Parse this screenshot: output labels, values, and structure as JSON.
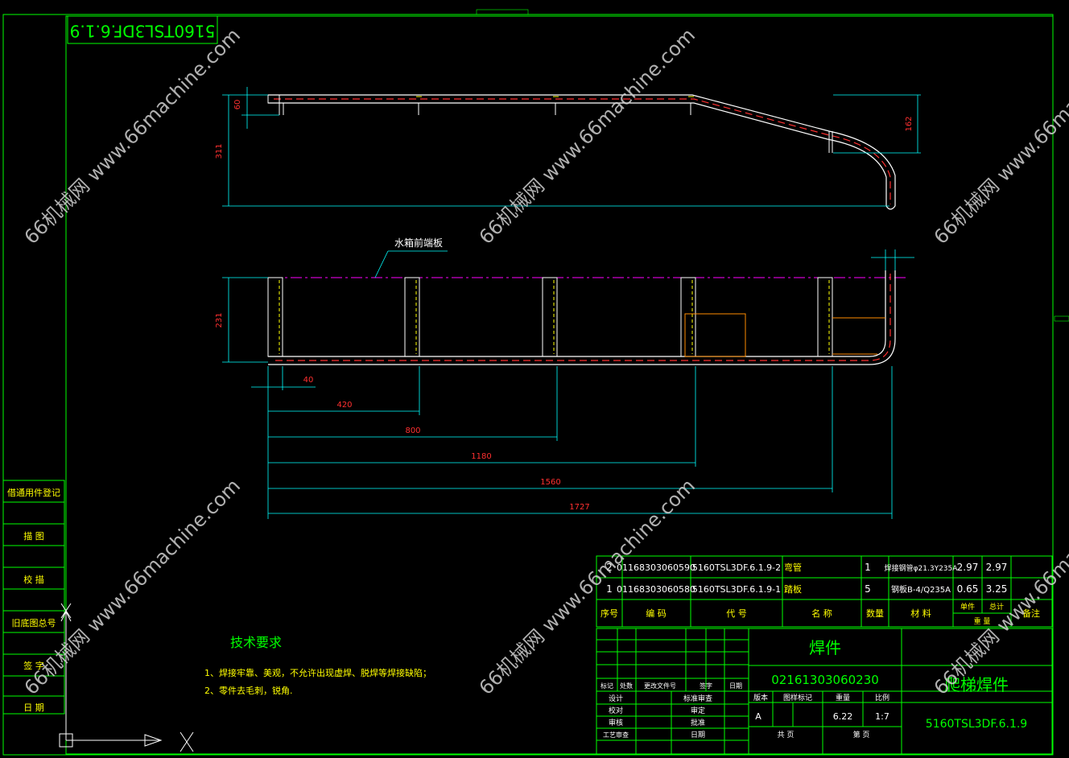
{
  "colors": {
    "frame": "#00ff00",
    "dim": "#00ffff",
    "dim_text": "#ff3030",
    "part": "#ffffff",
    "weld": "#ff3030",
    "yellow": "#ffff00",
    "magenta": "#ff00ff",
    "orange": "#ff8c00",
    "watermark": "#cfcfcf"
  },
  "title_stamp": "5160TSL3DF.6.1.9",
  "tiny_header": "________",
  "dimensions": {
    "d60": "60",
    "d311": "311",
    "d162": "162",
    "d231": "231",
    "d40": "40",
    "d420": "420",
    "d800": "800",
    "d1180": "1180",
    "d1560": "1560",
    "d1727": "1727"
  },
  "callout": "水箱前端板",
  "left_column": [
    "借通用件登记",
    "描 图",
    "校 描",
    "旧底图总号",
    "签 字",
    "日 期"
  ],
  "tech": {
    "heading": "技术要求",
    "req1": "1、焊接牢靠、美观，不允许出现虚焊、脱焊等焊接缺陷；",
    "req2": "2、零件去毛刺，锐角."
  },
  "bom": {
    "rows": [
      {
        "seq": "2",
        "code": "01168303060590",
        "drawing": "5160TSL3DF.6.1.9-2",
        "name": "弯管",
        "qty": "1",
        "material": "焊接钢管φ21.3Y235A",
        "unit": "2.97",
        "total": "2.97"
      },
      {
        "seq": "1",
        "code": "01168303060580",
        "drawing": "5160TSL3DF.6.1.9-1",
        "name": "踏板",
        "qty": "5",
        "material": "钢板B-4/Q235A",
        "unit": "0.65",
        "total": "3.25"
      }
    ],
    "headers": {
      "seq": "序号",
      "code": "编 码",
      "drawing": "代 号",
      "name": "名 称",
      "qty": "数量",
      "material": "材 料",
      "unit": "单件",
      "total": "总计",
      "weight": "重 量",
      "note": "备注"
    }
  },
  "titleblock": {
    "category": "焊件",
    "part_code": "02161303060230",
    "part_name": "爬梯焊件",
    "drawing_no": "5160TSL3DF.6.1.9",
    "mark_row": {
      "mark": "标记",
      "zone": "处数",
      "doc": "更改文件号",
      "sign": "签字",
      "date": "日期"
    },
    "roles": [
      "设计",
      "校对",
      "审核",
      "工艺审查"
    ],
    "roles2": [
      "标准审查",
      "审定",
      "批准",
      "日期"
    ],
    "hdr": {
      "version": "版本",
      "stage": "图样标记",
      "weight": "重量",
      "scale": "比例"
    },
    "version": "A",
    "weight_val": "6.22",
    "scale_val": "1:7",
    "sheets": "共 页",
    "sheet_no": "第 页"
  },
  "watermark_text": "66机械网 www.66machine.com"
}
